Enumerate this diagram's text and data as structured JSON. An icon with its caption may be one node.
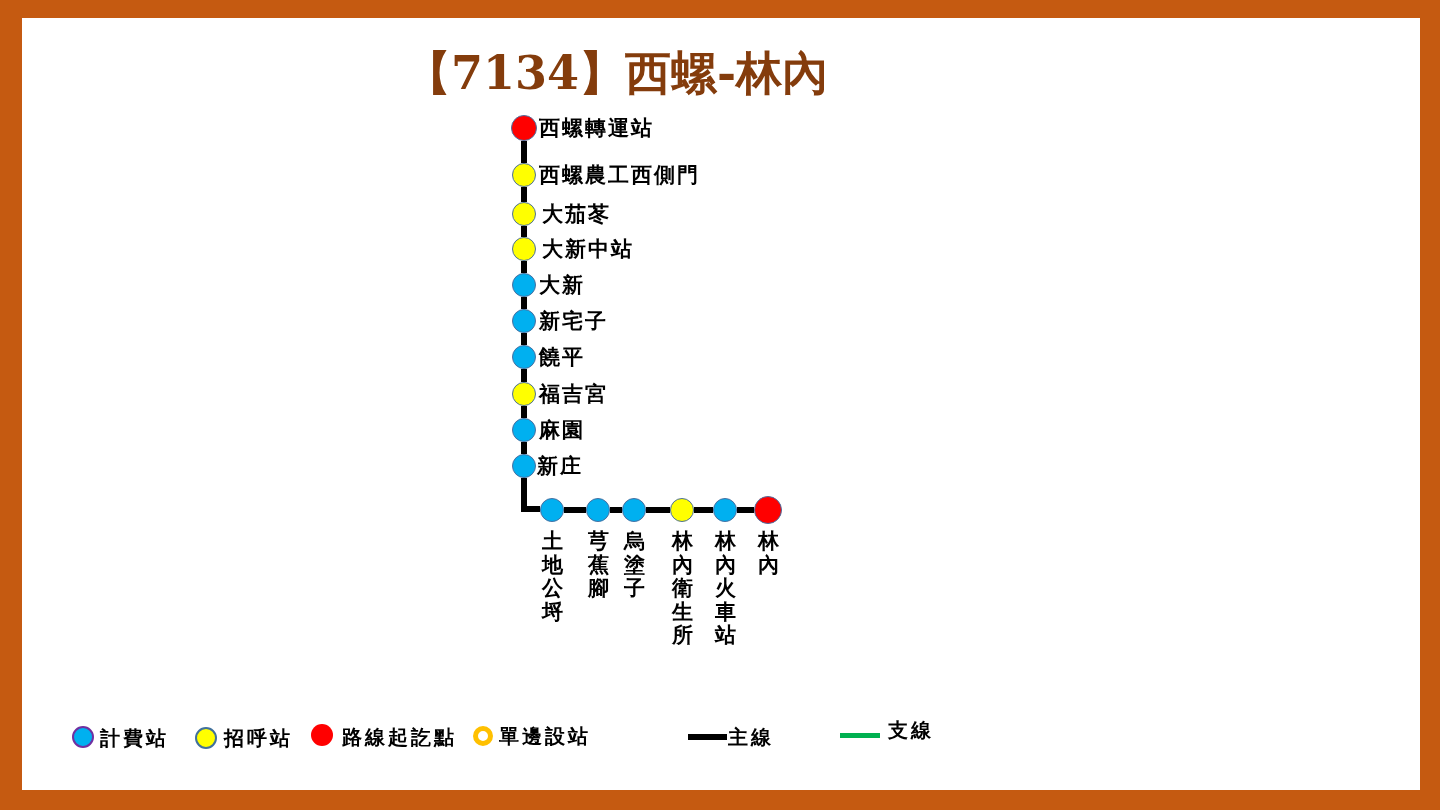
{
  "diagram": {
    "title": "【7134】西螺-林內",
    "nodes": [
      {
        "text": [],
        "shape": "circle",
        "beside": [
          "西螺轉運站"
        ]
      },
      {
        "text": [],
        "shape": "circle",
        "beside": [
          "西螺農工西側門"
        ]
      },
      {
        "text": [],
        "shape": "circle",
        "beside": [
          "大茄苳"
        ]
      },
      {
        "text": [],
        "shape": "circle",
        "beside": [
          "大新中站"
        ]
      },
      {
        "text": [],
        "shape": "circle",
        "beside": [
          "大新"
        ]
      },
      {
        "text": [],
        "shape": "circle",
        "beside": [
          "新宅子"
        ]
      },
      {
        "text": [],
        "shape": "circle",
        "beside": [
          "饒平"
        ]
      },
      {
        "text": [],
        "shape": "circle",
        "beside": [
          "福吉宮"
        ]
      },
      {
        "text": [],
        "shape": "circle",
        "beside": [
          "麻園"
        ]
      },
      {
        "text": [],
        "shape": "circle",
        "beside": [
          "新庄"
        ]
      },
      {
        "text": [],
        "shape": "circle",
        "beside": [
          "土地公埒"
        ]
      },
      {
        "text": [],
        "shape": "circle",
        "beside": [
          "芎蕉腳"
        ]
      },
      {
        "text": [],
        "shape": "circle",
        "beside": [
          "烏塗子"
        ]
      },
      {
        "text": [],
        "shape": "circle",
        "beside": [
          "林內衛生所"
        ]
      },
      {
        "text": [],
        "shape": "circle",
        "beside": [
          "林內火車站"
        ]
      },
      {
        "text": [],
        "shape": "circle",
        "beside": [
          "林內"
        ]
      }
    ],
    "edges": [
      {
        "from": 0,
        "to": 1,
        "arrow": "none"
      },
      {
        "from": 1,
        "to": 2,
        "arrow": "none"
      },
      {
        "from": 2,
        "to": 3,
        "arrow": "none"
      },
      {
        "from": 3,
        "to": 4,
        "arrow": "none"
      },
      {
        "from": 4,
        "to": 5,
        "arrow": "none"
      },
      {
        "from": 5,
        "to": 6,
        "arrow": "none"
      },
      {
        "from": 6,
        "to": 7,
        "arrow": "none"
      },
      {
        "from": 7,
        "to": 8,
        "arrow": "none"
      },
      {
        "from": 8,
        "to": 9,
        "arrow": "none"
      },
      {
        "from": 9,
        "to": 10,
        "arrow": "none"
      },
      {
        "from": 10,
        "to": 11,
        "arrow": "none"
      },
      {
        "from": 11,
        "to": 12,
        "arrow": "none"
      },
      {
        "from": 12,
        "to": 13,
        "arrow": "none"
      },
      {
        "from": 13,
        "to": 14,
        "arrow": "none"
      },
      {
        "from": 14,
        "to": 15,
        "arrow": "none"
      }
    ],
    "legend": [
      {
        "text": "計費站",
        "color": "#00b0f0"
      },
      {
        "text": "招呼站",
        "color": "#ffff00"
      },
      {
        "text": "路線起訖點",
        "color": "#ff0000"
      },
      {
        "text": "單邊設站"
      },
      {
        "text": "主線"
      },
      {
        "text": "支線"
      }
    ]
  }
}
